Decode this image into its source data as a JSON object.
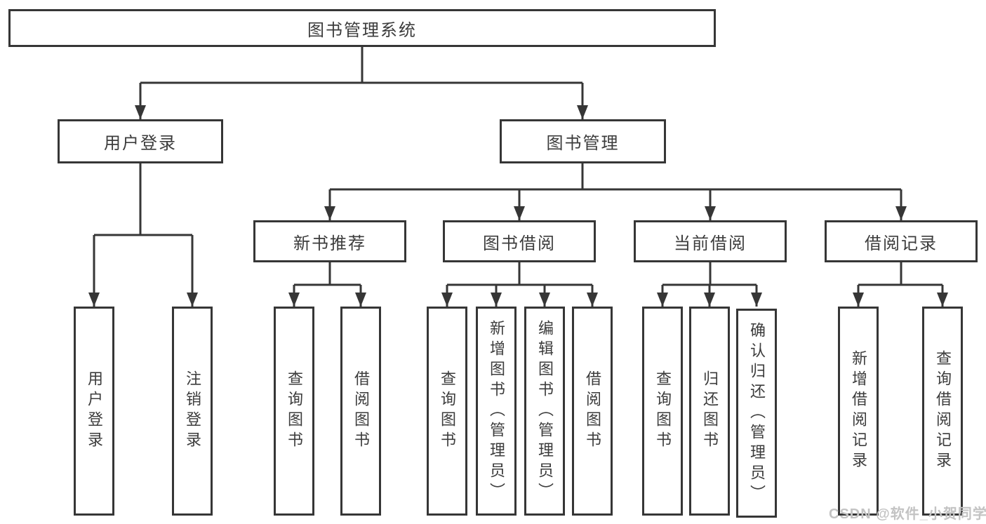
{
  "diagram": {
    "root": {
      "label": "图书管理系统"
    },
    "branches": {
      "user_login": {
        "label": "用户登录",
        "children": [
          "用户登录",
          "注销登录"
        ]
      },
      "book_management": {
        "label": "图书管理",
        "sections": {
          "new_book_recommend": {
            "label": "新书推荐",
            "children": [
              "查询图书",
              "借阅图书"
            ]
          },
          "book_borrowing": {
            "label": "图书借阅",
            "children": [
              "查询图书",
              "新增图书（管理员）",
              "编辑图书（管理员）",
              "借阅图书"
            ]
          },
          "current_borrowing": {
            "label": "当前借阅",
            "children": [
              "查询图书",
              "归还图书",
              "确认归还（管理员）"
            ]
          },
          "borrowing_records": {
            "label": "借阅记录",
            "children": [
              "新增借阅记录",
              "查询借阅记录"
            ]
          }
        }
      }
    },
    "watermark": "CSDN @软件_小贺同学",
    "colors": {
      "line": "#363636",
      "text": "#3c3c3c",
      "background": "#ffffff",
      "watermark": "#c3c3c3"
    }
  }
}
